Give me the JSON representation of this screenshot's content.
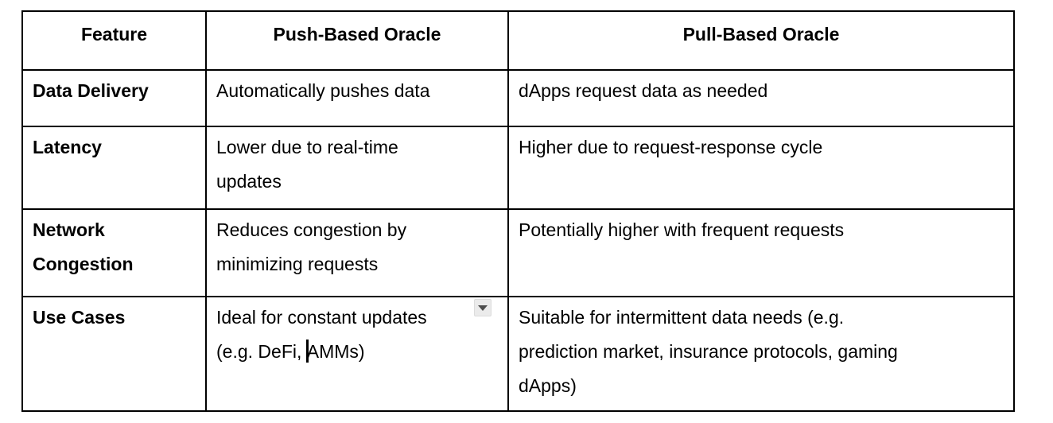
{
  "page": {
    "background": "#ffffff"
  },
  "table": {
    "border_color": "#000000",
    "text_color": "#000000",
    "columns": [
      {
        "key": "feature",
        "label": "Feature"
      },
      {
        "key": "push",
        "label": "Push-Based Oracle"
      },
      {
        "key": "pull",
        "label": "Pull-Based Oracle"
      }
    ],
    "rows": [
      {
        "feature_lines": [
          "Data Delivery"
        ],
        "push_lines": [
          "Automatically pushes data"
        ],
        "pull_lines": [
          "dApps request data as needed"
        ]
      },
      {
        "feature_lines": [
          "Latency"
        ],
        "push_lines": [
          "Lower due to real-time",
          "updates"
        ],
        "pull_lines": [
          "Higher due to request-response cycle"
        ]
      },
      {
        "feature_lines": [
          "Network",
          "Congestion"
        ],
        "push_lines": [
          "Reduces congestion by",
          "minimizing requests"
        ],
        "pull_lines": [
          "Potentially higher with frequent requests"
        ]
      },
      {
        "feature_lines": [
          "Use Cases"
        ],
        "push_line1": "Ideal for constant updates",
        "push_line2_before_caret": "(e.g. DeFi, ",
        "push_line2_after_caret": "AMMs)",
        "pull_lines": [
          "Suitable for intermittent data needs (e.g.",
          "prediction market, insurance protocols, gaming",
          "dApps)"
        ]
      }
    ]
  },
  "editor_artifacts": {
    "dropdown_button_icon": "dropdown-arrow",
    "dropdown_button_bg": "#ebebeb",
    "dropdown_arrow_color": "#4d4d4d",
    "text_cursor_color": "#000000"
  }
}
